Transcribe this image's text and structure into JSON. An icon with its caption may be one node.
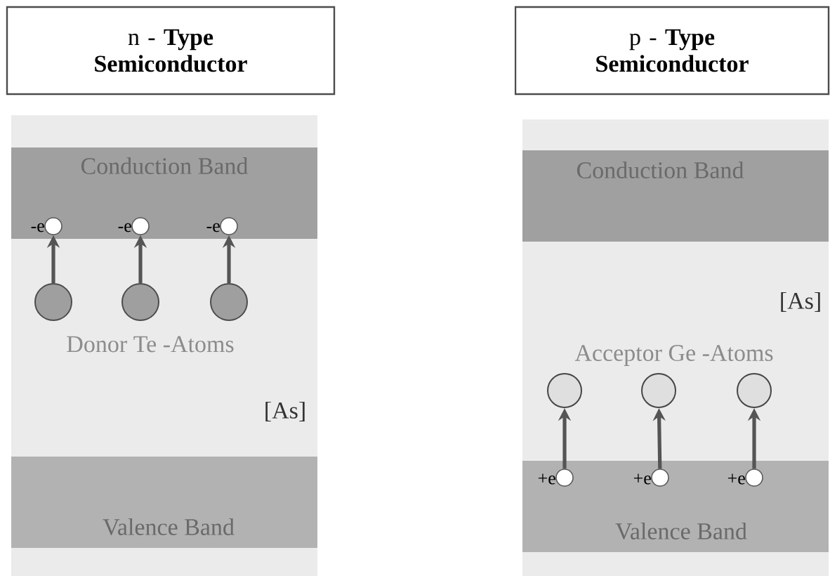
{
  "diagram": {
    "nodes": [
      {
        "text": [
          "n - **Type Semiconductor**"
        ]
      },
      {
        "text": [
          "p - **Type Semiconductor**"
        ]
      },
      {
        "text": [
          "Conduction Band"
        ]
      },
      {
        "text": [],
        "shape": "circle",
        "beside": [
          "-e"
        ],
        "in": 2
      },
      {
        "text": [],
        "shape": "circle",
        "beside": [
          "-e"
        ],
        "in": 2
      },
      {
        "text": [],
        "shape": "circle",
        "beside": [
          "-e"
        ],
        "in": 2
      },
      {
        "text": [],
        "shape": "circle"
      },
      {
        "text": [],
        "shape": "circle"
      },
      {
        "text": [],
        "shape": "circle"
      },
      {
        "text": [
          "Valence Band"
        ]
      },
      {
        "text": [
          "Conduction Band"
        ]
      },
      {
        "text": [],
        "shape": "circle"
      },
      {
        "text": [],
        "shape": "circle"
      },
      {
        "text": [],
        "shape": "circle"
      },
      {
        "text": [
          "Valence Band"
        ]
      },
      {
        "text": [],
        "shape": "circle",
        "beside": [
          "+e"
        ],
        "in": 14
      },
      {
        "text": [],
        "shape": "circle",
        "beside": [
          "+e"
        ],
        "in": 14
      },
      {
        "text": [],
        "shape": "circle",
        "beside": [
          "+e"
        ],
        "in": 14
      }
    ],
    "edges": [
      {
        "from": 6,
        "to": 3,
        "arrow": "to"
      },
      {
        "from": 7,
        "to": 4,
        "arrow": "to"
      },
      {
        "from": 8,
        "to": 5,
        "arrow": "to"
      },
      {
        "from": 15,
        "to": 11,
        "arrow": "to"
      },
      {
        "from": 16,
        "to": 12,
        "arrow": "to"
      },
      {
        "from": 17,
        "to": 13,
        "arrow": "to"
      }
    ],
    "labels": [
      "Donor Te -Atoms",
      "[As]",
      "[As]",
      "Acceptor Ge -Atoms"
    ]
  }
}
